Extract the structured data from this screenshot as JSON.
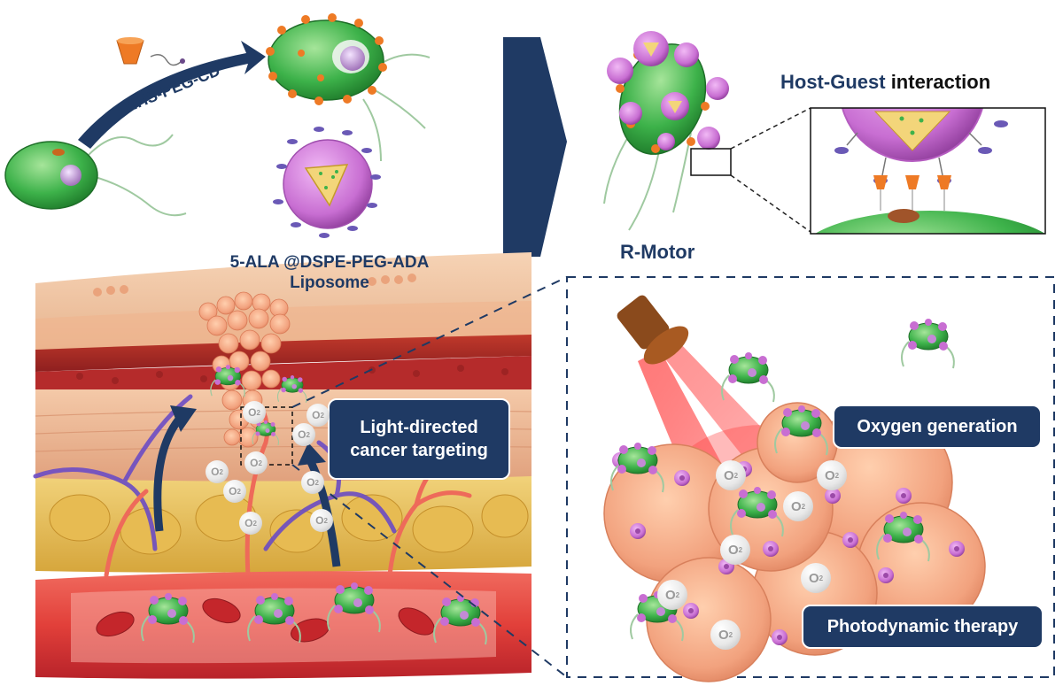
{
  "labels": {
    "nhs_peg_cd": "NHS-PEG-CD",
    "liposome_line1": "5-ALA @DSPE-PEG-ADA",
    "liposome_line2": "Liposome",
    "r_motor": "R-Motor",
    "host_guest": "Host-Guest",
    "interaction": "interaction",
    "light_directed_line1": "Light-directed",
    "light_directed_line2": "cancer targeting",
    "oxygen_generation": "Oxygen generation",
    "photodynamic_therapy": "Photodynamic therapy",
    "o2_symbol": "O",
    "o2_subscript": "2"
  },
  "colors": {
    "navy": "#1f3a64",
    "cell_green": "#3db24a",
    "liposome_pink": "#c86ed2",
    "linker_orange": "#e0741e",
    "tumor_salmon": "#f2a27e",
    "blood_red": "#e2403a",
    "laser_red": "#ff3a3a"
  }
}
